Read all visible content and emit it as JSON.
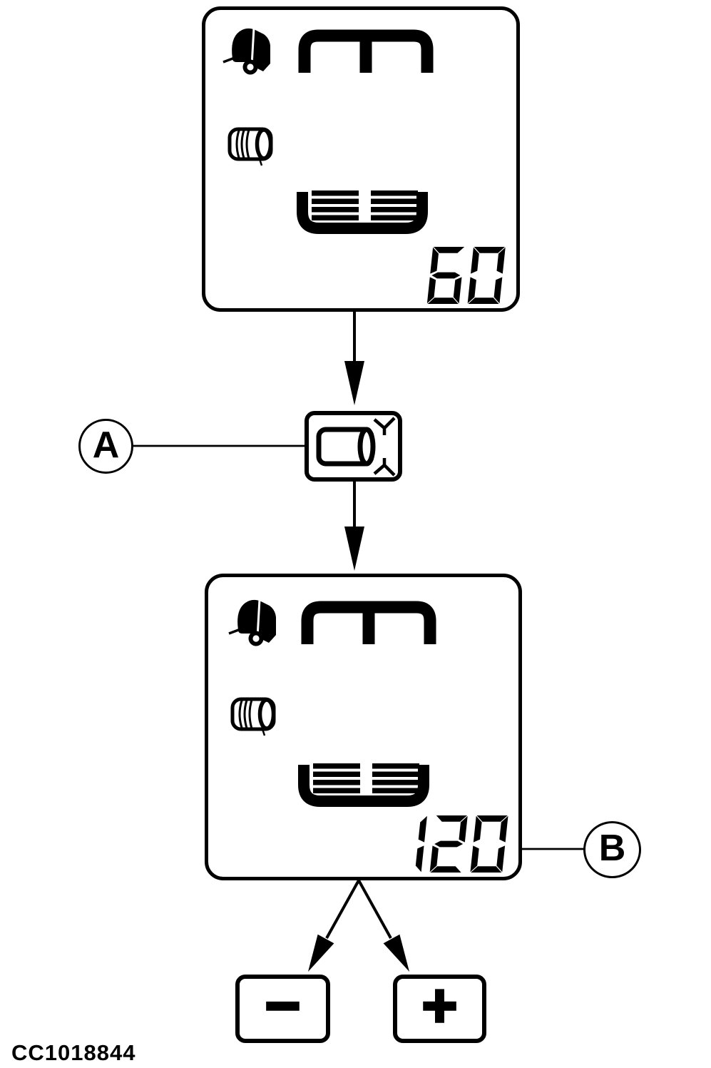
{
  "figure": {
    "code": "CC1018844"
  },
  "palette": {
    "ink": "#000000",
    "paper": "#ffffff"
  },
  "flow": {
    "display_initial": {
      "description": "baler monitor screen before adjustment",
      "value": "60",
      "icons": [
        "round-baler-icon",
        "bale-chamber-frame-icon",
        "round-bale-icon",
        "rotor-knives-icon",
        "seven-segment-display"
      ]
    },
    "density_button": {
      "callout": "A",
      "icon": "bale-compress-icon"
    },
    "display_adjusted": {
      "description": "baler monitor screen after pressing density button",
      "value": "120",
      "callout": "B",
      "icons": [
        "round-baler-icon",
        "bale-chamber-frame-icon",
        "round-bale-icon",
        "rotor-knives-icon",
        "seven-segment-display"
      ]
    },
    "adjust_buttons": {
      "decrease_label": "−",
      "increase_label": "+"
    }
  }
}
